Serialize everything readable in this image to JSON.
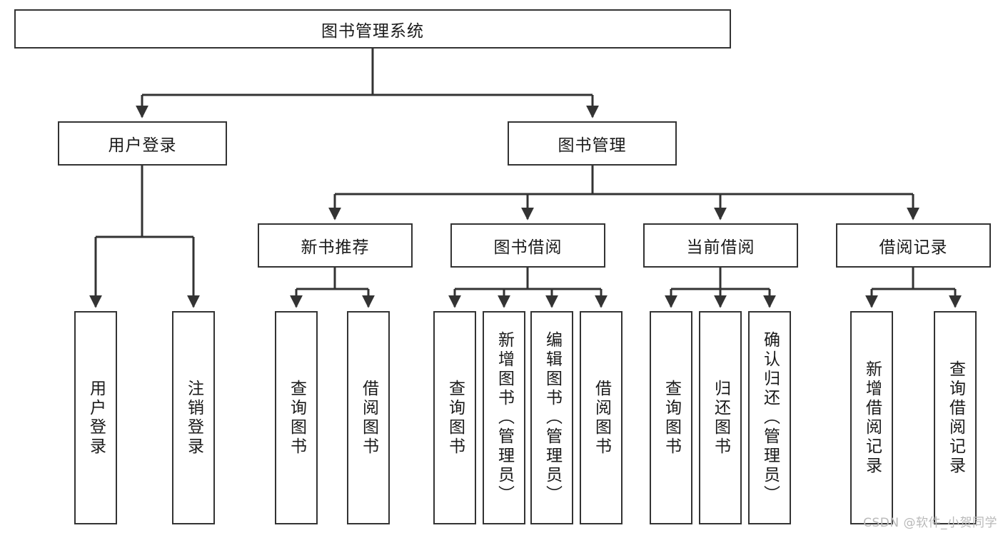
{
  "diagram": {
    "title_node": {
      "label": "图书管理系统"
    },
    "level2": [
      {
        "label": "用户登录"
      },
      {
        "label": "图书管理"
      }
    ],
    "level3": [
      {
        "label": "新书推荐"
      },
      {
        "label": "图书借阅"
      },
      {
        "label": "当前借阅"
      },
      {
        "label": "借阅记录"
      }
    ],
    "leaves": {
      "user_login": [
        {
          "label": "用户登录"
        },
        {
          "label": "注销登录"
        }
      ],
      "new_book_recommend": [
        {
          "label": "查询图书"
        },
        {
          "label": "借阅图书"
        }
      ],
      "book_borrow": [
        {
          "label": "查询图书"
        },
        {
          "label": "新增图书（管理员）"
        },
        {
          "label": "编辑图书（管理员）"
        },
        {
          "label": "借阅图书"
        }
      ],
      "current_borrow": [
        {
          "label": "查询图书"
        },
        {
          "label": "归还图书"
        },
        {
          "label": "确认归还（管理员）"
        }
      ],
      "borrow_record": [
        {
          "label": "新增借阅记录"
        },
        {
          "label": "查询借阅记录"
        }
      ]
    },
    "watermark": "CSDN @软件_小贺同学",
    "colors": {
      "stroke": "#333333",
      "fill": "#ffffff",
      "text": "#1a1a1a",
      "watermark": "#b9b9b9"
    }
  }
}
